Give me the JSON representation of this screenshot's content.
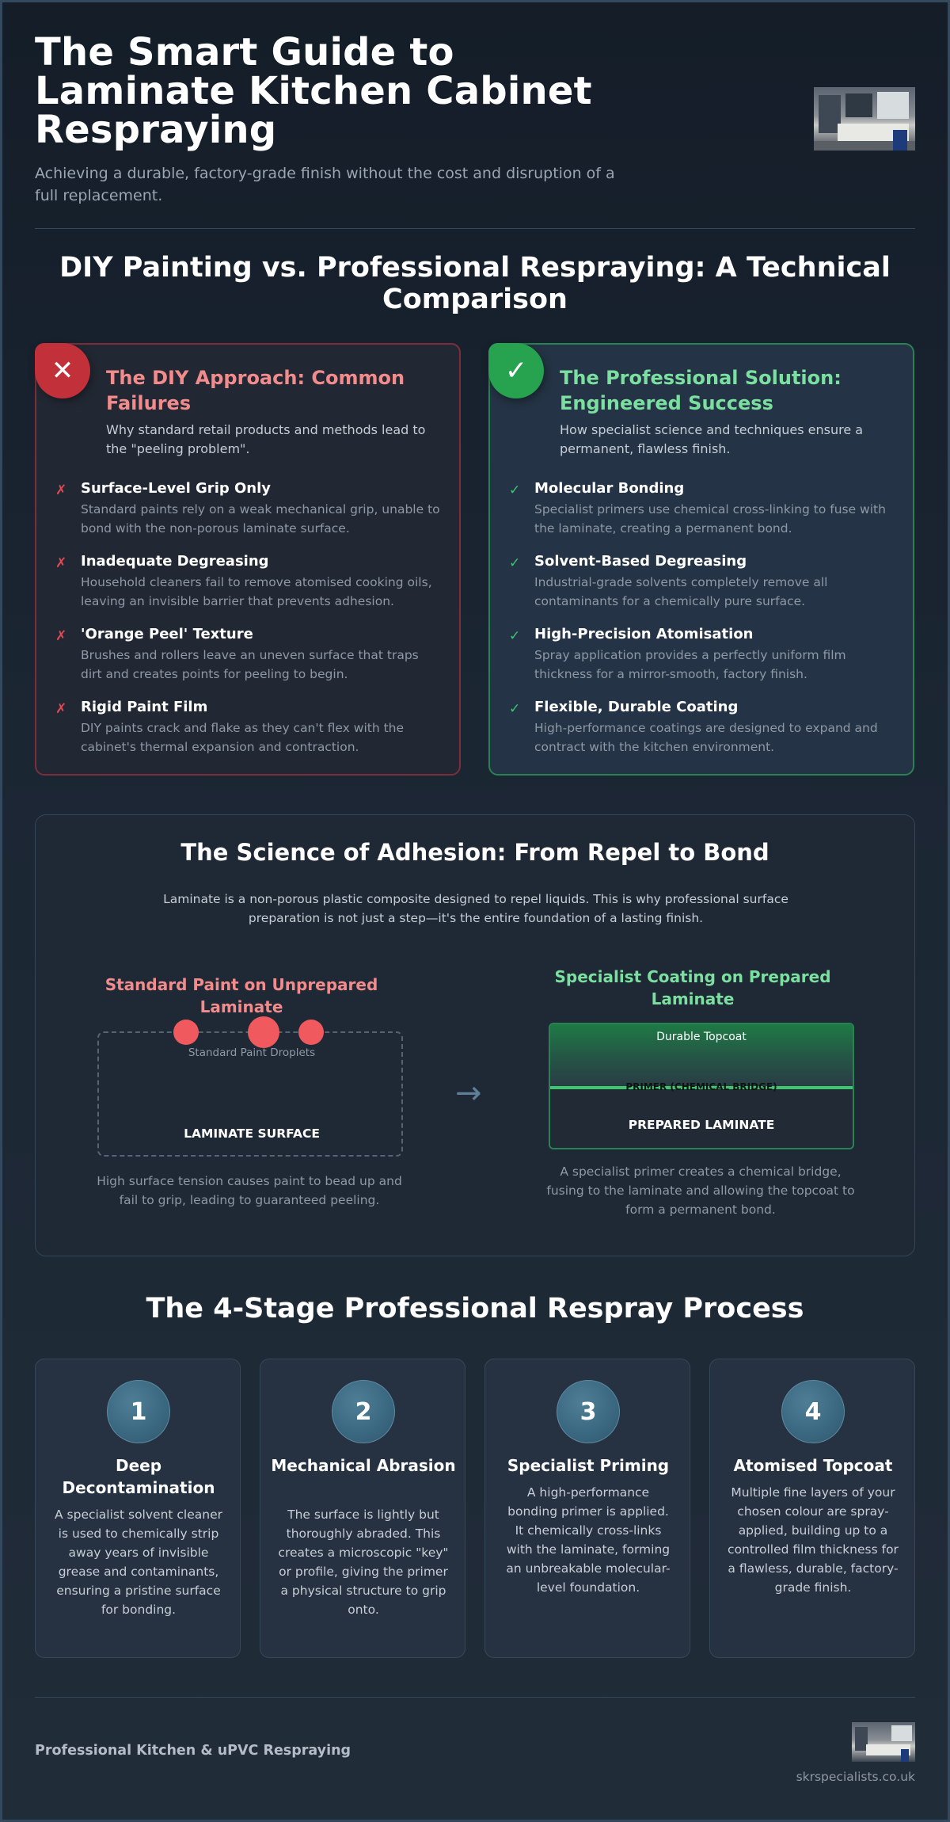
{
  "header": {
    "title": "The Smart Guide to Laminate Kitchen Cabinet Respraying",
    "subtitle": "Achieving a durable, factory-grade finish without the cost and disruption of a full replacement."
  },
  "comparison": {
    "title": "DIY Painting vs. Professional Respraying: A Technical Comparison",
    "diy": {
      "title": "The DIY Approach: Common Failures",
      "intro": "Why standard retail products and methods lead to the \"peeling problem\".",
      "items": [
        {
          "title": "Surface-Level Grip Only",
          "desc": "Standard paints rely on a weak mechanical grip, unable to bond with the non-porous laminate surface."
        },
        {
          "title": "Inadequate Degreasing",
          "desc": "Household cleaners fail to remove atomised cooking oils, leaving an invisible barrier that prevents adhesion."
        },
        {
          "title": "'Orange Peel' Texture",
          "desc": "Brushes and rollers leave an uneven surface that traps dirt and creates points for peeling to begin."
        },
        {
          "title": "Rigid Paint Film",
          "desc": "DIY paints crack and flake as they can't flex with the cabinet's thermal expansion and contraction."
        }
      ]
    },
    "pro": {
      "title": "The Professional Solution: Engineered Success",
      "intro": "How specialist science and techniques ensure a permanent, flawless finish.",
      "items": [
        {
          "title": "Molecular Bonding",
          "desc": "Specialist primers use chemical cross-linking to fuse with the laminate, creating a permanent bond."
        },
        {
          "title": "Solvent-Based Degreasing",
          "desc": "Industrial-grade solvents completely remove all contaminants for a chemically pure surface."
        },
        {
          "title": "High-Precision Atomisation",
          "desc": "Spray application provides a perfectly uniform film thickness for a mirror-smooth, factory finish."
        },
        {
          "title": "Flexible, Durable Coating",
          "desc": "High-performance coatings are designed to expand and contract with the kitchen environment."
        }
      ]
    }
  },
  "science": {
    "title": "The Science of Adhesion: From Repel to Bond",
    "intro": "Laminate is a non-porous plastic composite designed to repel liquids. This is why professional surface preparation is not just a step—it's the entire foundation of a lasting finish.",
    "bad": {
      "heading": "Standard Paint on Unprepared Laminate",
      "droplets_label": "Standard Paint Droplets",
      "surface_label": "LAMINATE SURFACE",
      "caption": "High surface tension causes paint to bead up and fail to grip, leading to guaranteed peeling."
    },
    "arrow": "→",
    "good": {
      "heading": "Specialist Coating on Prepared Laminate",
      "topcoat_label": "Durable Topcoat",
      "primer_label": "PRIMER (CHEMICAL BRIDGE)",
      "laminate_label": "PREPARED LAMINATE",
      "caption": "A specialist primer creates a chemical bridge, fusing to the laminate and allowing the topcoat to form a permanent bond."
    }
  },
  "process": {
    "title": "The 4-Stage Professional Respray Process",
    "steps": [
      {
        "num": "1",
        "title": "Deep Decontamination",
        "desc": "A specialist solvent cleaner is used to chemically strip away years of invisible grease and contaminants, ensuring a pristine surface for bonding."
      },
      {
        "num": "2",
        "title": "Mechanical Abrasion",
        "desc": "The surface is lightly but thoroughly abraded. This creates a microscopic \"key\" or profile, giving the primer a physical structure to grip onto."
      },
      {
        "num": "3",
        "title": "Specialist Priming",
        "desc": "A high-performance bonding primer is applied. It chemically cross-links with the laminate, forming an unbreakable molecular-level foundation."
      },
      {
        "num": "4",
        "title": "Atomised Topcoat",
        "desc": "Multiple fine layers of your chosen colour are spray-applied, building up to a controlled film thickness for a flawless, durable, factory-grade finish."
      }
    ]
  },
  "footer": {
    "brand": "Professional Kitchen & uPVC Respraying",
    "site": "skrspecialists.co.uk"
  },
  "icons": {
    "fail_badge": "✕",
    "success_badge": "✓",
    "fail_mark": "✗",
    "success_mark": "✓"
  },
  "colors": {
    "fail": "#c2303a",
    "success": "#27a34f",
    "fail_text": "#f28c8c",
    "success_text": "#7be09f"
  }
}
